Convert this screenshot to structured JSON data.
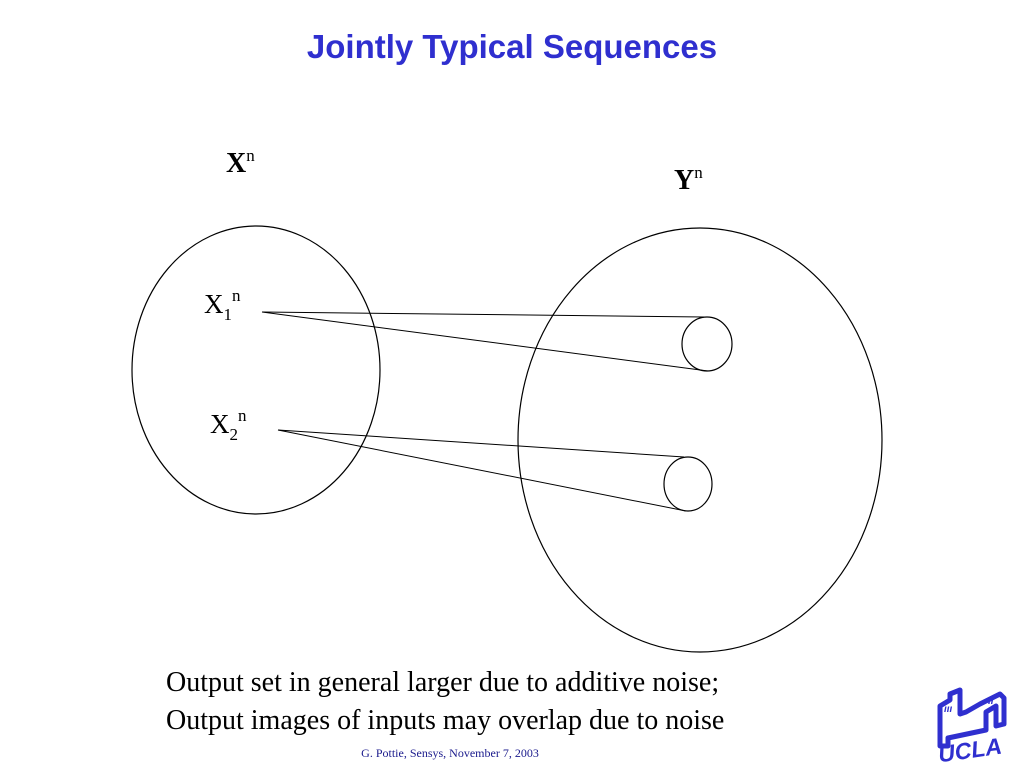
{
  "slide": {
    "title": "Jointly Typical Sequences",
    "caption_line1": "Output set in general larger due to additive noise;",
    "caption_line2": "Output images of inputs may overlap due to noise",
    "footer": "G. Pottie, Sensys, November 7, 2003"
  },
  "diagram": {
    "x_set": {
      "base": "X",
      "sup": "n"
    },
    "y_set": {
      "base": "Y",
      "sup": "n"
    },
    "x1": {
      "base": "X",
      "sub": "1",
      "sup": "n"
    },
    "x2": {
      "base": "X",
      "sub": "2",
      "sup": "n"
    }
  },
  "logo": {
    "text": "UCLA",
    "color": "#2f2fcf"
  },
  "colors": {
    "title": "#2f2fcf",
    "footer": "#1a1a8c",
    "ink": "#000000"
  }
}
